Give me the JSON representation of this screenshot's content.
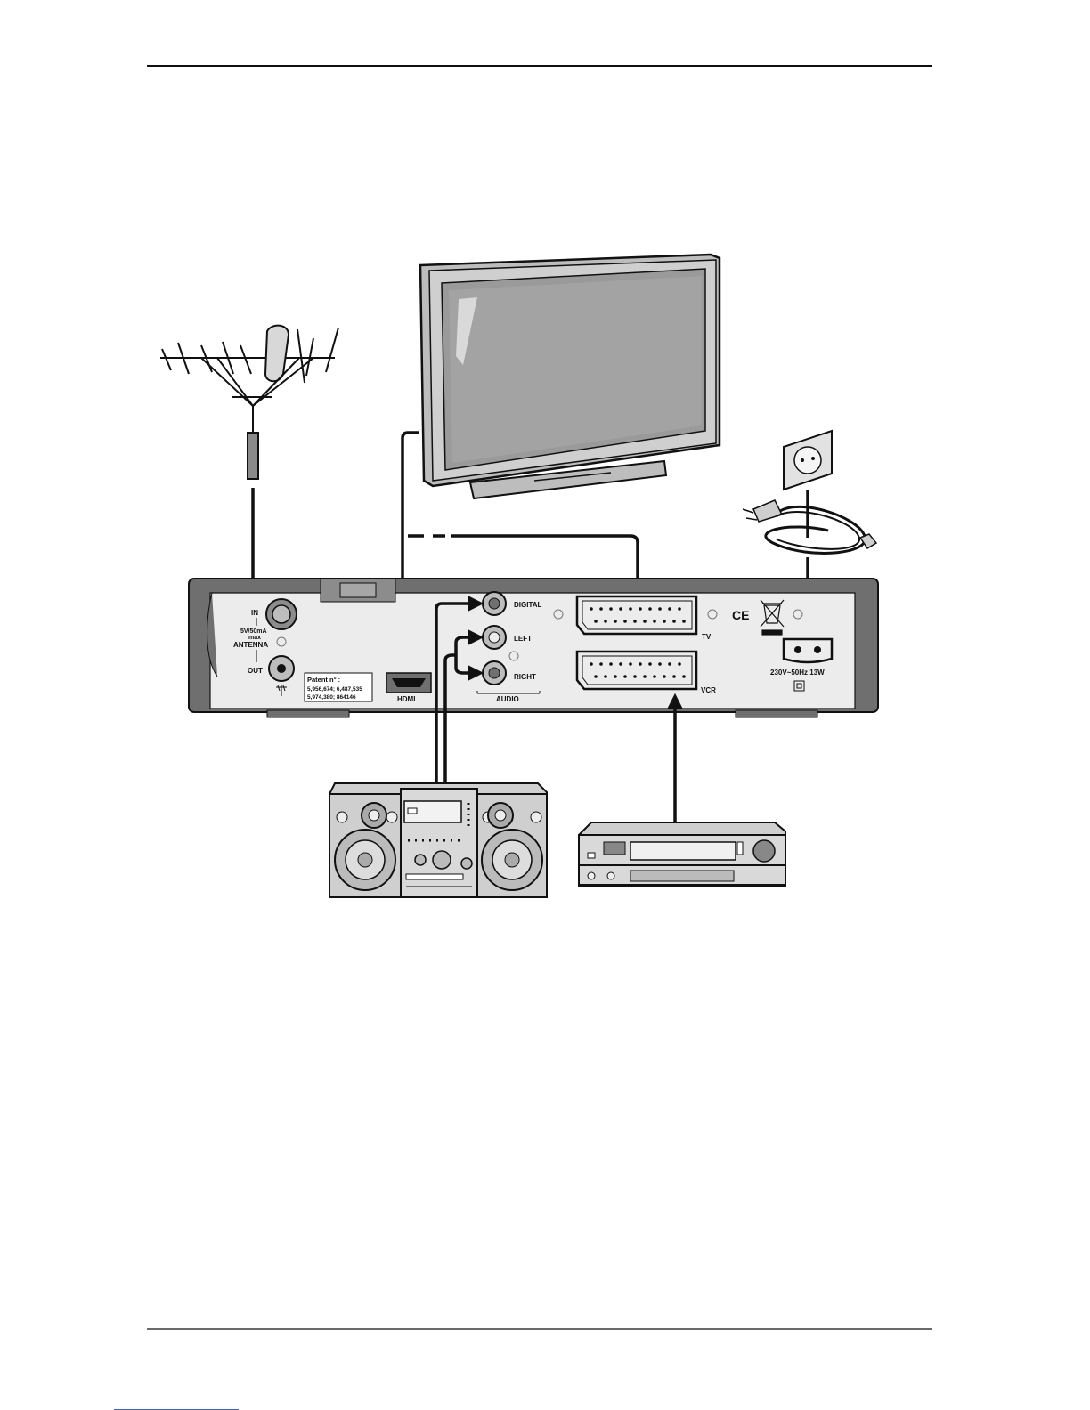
{
  "device": {
    "antenna_in": "IN",
    "antenna_power_line1": "5V/50mA",
    "antenna_power_line2": "max",
    "antenna_label": "ANTENNA",
    "antenna_out": "OUT",
    "patent_title": "Patent n° :",
    "patent_line1": "5,956,674; 6,487,535",
    "patent_line2": "5,974,380; 864146",
    "hdmi_label": "HDMI",
    "digital_label": "DIGITAL",
    "left_label": "LEFT",
    "right_label": "RIGHT",
    "audio_label": "AUDIO",
    "tv_label": "TV",
    "vcr_label": "VCR",
    "ce_mark": "CE",
    "power_rating": "230V~50Hz 13W"
  },
  "colors": {
    "line": "#111111",
    "panel_dark": "#6f6f6f",
    "panel_light": "#ececec",
    "equipment": "#cfcfcf",
    "screen": "#9a9a9a",
    "link": "#3b5fd6"
  },
  "icons": [
    "antenna-icon",
    "television-icon",
    "wall-socket-icon",
    "power-plug-icon",
    "hifi-system-icon",
    "vcr-icon",
    "weee-bin-icon",
    "class-ii-icon",
    "earth-symbol-icon"
  ]
}
